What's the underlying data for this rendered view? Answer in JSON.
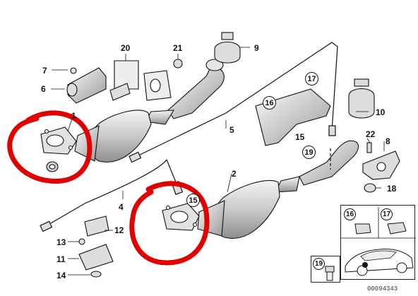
{
  "diagram": {
    "part_labels": {
      "p1": "1",
      "p2": "2",
      "p4": "4",
      "p5": "5",
      "p6": "6",
      "p7": "7",
      "p8": "8",
      "p9": "9",
      "p10": "10",
      "p11": "11",
      "p12": "12",
      "p13": "13",
      "p14": "14",
      "p15": "15",
      "p18": "18",
      "p20": "20",
      "p21": "21",
      "p22": "22"
    },
    "circled_labels": {
      "c15": "15",
      "c16": "16",
      "c17": "17",
      "c19": "19"
    },
    "inset_panel": {
      "label_16": "16",
      "label_17": "17"
    },
    "inset_19": {
      "label": "19"
    },
    "document_number": "00094343",
    "highlight_color": "#e00000",
    "line_color": "#111111",
    "metal_fill": "#d8d8d8"
  }
}
